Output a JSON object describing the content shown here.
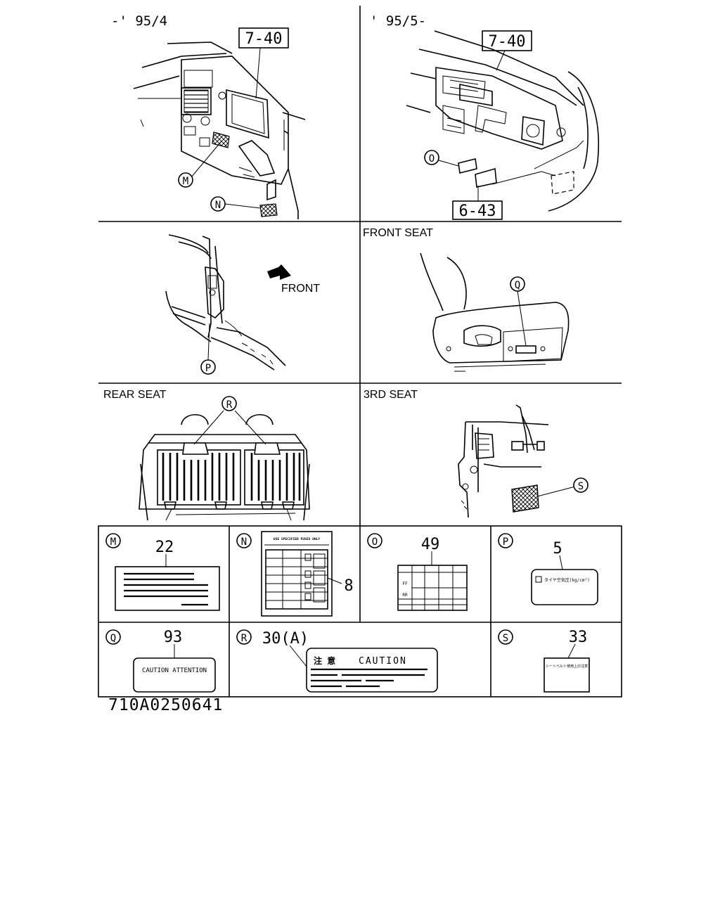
{
  "periods": {
    "early": "-' 95/4",
    "late": "' 95/5-"
  },
  "refs": {
    "dash_early": "7-40",
    "dash_late": "7-40",
    "floor": "6-43"
  },
  "panels": {
    "front_seat": "FRONT SEAT",
    "rear_seat": "REAR SEAT",
    "third_seat": "3RD SEAT",
    "front_arrow": "FRONT"
  },
  "callouts": {
    "M": "M",
    "N": "N",
    "O": "O",
    "P": "P",
    "Q": "Q",
    "R": "R",
    "S": "S"
  },
  "labels": {
    "M": {
      "letter": "M",
      "qty": "22"
    },
    "N": {
      "letter": "N",
      "qty": "8",
      "header": "USE SPECIFIED FUSES ONLY"
    },
    "O": {
      "letter": "O",
      "qty": "49",
      "row1": "FF",
      "row2": "RR"
    },
    "P": {
      "letter": "P",
      "qty": "5",
      "text": "タイヤ空気圧(kg/cm²)"
    },
    "Q": {
      "letter": "Q",
      "qty": "93",
      "text": "CAUTION ATTENTION"
    },
    "R": {
      "letter": "R",
      "qty": "30(A)",
      "jp": "注  意",
      "text": "CAUTION"
    },
    "S": {
      "letter": "S",
      "qty": "33",
      "text": "シートベルト使用上の注意"
    }
  },
  "document_id": "710A0250641"
}
